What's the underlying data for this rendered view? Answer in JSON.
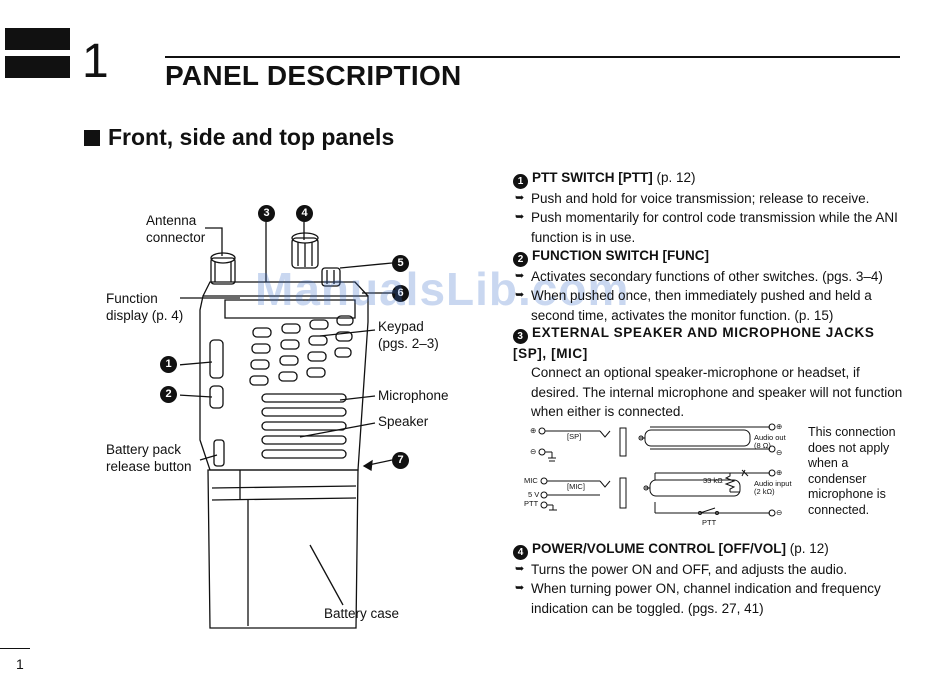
{
  "chapter": {
    "number": "1",
    "title": "PANEL DESCRIPTION"
  },
  "section": {
    "title": "Front, side and top panels"
  },
  "watermark": "ManualsLib.com",
  "figure_labels": {
    "antenna": "Antenna\nconnector",
    "function_display": "Function\ndisplay (p. 4)",
    "keypad": "Keypad\n(pgs. 2–3)",
    "microphone": "Microphone",
    "speaker": "Speaker",
    "battery_release": "Battery pack\nrelease button",
    "battery_case": "Battery case",
    "callouts": [
      "1",
      "2",
      "3",
      "4",
      "5",
      "6",
      "7"
    ]
  },
  "items": [
    {
      "num": "1",
      "heading": "PTT SWITCH [PTT]",
      "page_ref": "(p. 12)",
      "bullets": [
        "Push and hold for voice transmission; release to receive.",
        "Push momentarily for control code transmission while the ANI function is in use."
      ]
    },
    {
      "num": "2",
      "heading": "FUNCTION SWITCH [FUNC]",
      "page_ref": "",
      "bullets": [
        "Activates secondary functions of other switches. (pgs. 3–4)",
        "When pushed once, then immediately pushed and held a second time, activates the monitor function. (p. 15)"
      ]
    },
    {
      "num": "3",
      "heading": "EXTERNAL SPEAKER AND MICROPHONE JACKS [SP], [MIC]",
      "page_ref": "",
      "body": "Connect an optional speaker-microphone or headset, if desired. The internal microphone and speaker will not function when either is connected."
    },
    {
      "num": "4",
      "heading": "POWER/VOLUME CONTROL [OFF/VOL]",
      "page_ref": "(p. 12)",
      "bullets": [
        "Turns the power ON and OFF, and adjusts the audio.",
        "When turning power ON, channel indication and frequency indication can be toggled. (pgs. 27, 41)"
      ]
    }
  ],
  "schematic": {
    "sp_label": "[SP]",
    "mic_label": "[MIC]",
    "mic_pin": "MIC",
    "v5_pin": "5 V",
    "ptt_pin": "PTT",
    "ptt_switch": "PTT",
    "audio_out": "Audio out\n(8 Ω)",
    "audio_in": "Audio input\n(2 kΩ)",
    "resistor": "33 kΩ",
    "plus": "⊕",
    "minus": "⊖"
  },
  "connection_note": "This connection does not apply when a condenser microphone is connected.",
  "page_number": "1"
}
